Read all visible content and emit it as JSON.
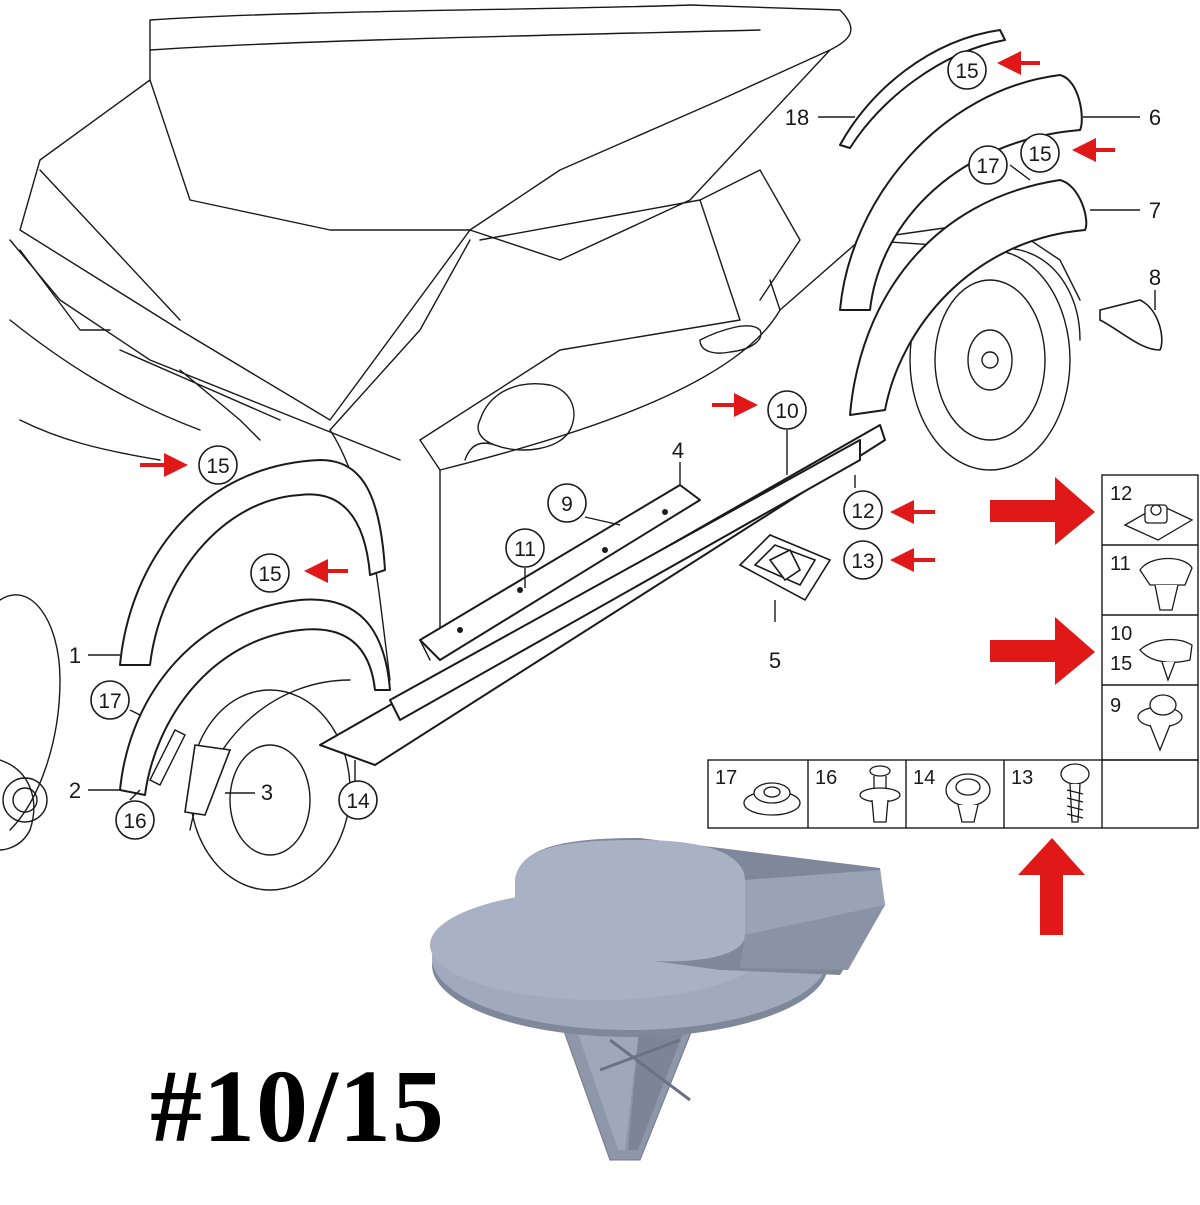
{
  "caption": "#10/15",
  "colors": {
    "line": "#1a1a1a",
    "arrow": "#e01818",
    "clip_body": "#9aa3b5",
    "clip_shade": "#7f889b",
    "background": "#ffffff"
  },
  "callouts": {
    "c15_top": "15",
    "c15_upper_right": "15",
    "c15_left_top": "15",
    "c15_left_mid": "15",
    "c17_right": "17",
    "c17_left": "17",
    "c16_left": "16",
    "c10": "10",
    "c11": "11",
    "c9": "9",
    "c12": "12",
    "c13": "13",
    "c14": "14"
  },
  "labels": {
    "l18": "18",
    "l6": "6",
    "l7": "7",
    "l8": "8",
    "l4": "4",
    "l5": "5",
    "l1": "1",
    "l2": "2",
    "l3": "3"
  },
  "parts_table": {
    "right_column": [
      {
        "label": "12"
      },
      {
        "label": "11"
      },
      {
        "label": "10",
        "label2": "15"
      },
      {
        "label": "9"
      }
    ],
    "bottom_row": [
      {
        "label": "17"
      },
      {
        "label": "16"
      },
      {
        "label": "14"
      },
      {
        "label": "13"
      }
    ]
  },
  "icons": [
    "red-arrow-icon",
    "push-clip-icon",
    "fastener-icon"
  ]
}
